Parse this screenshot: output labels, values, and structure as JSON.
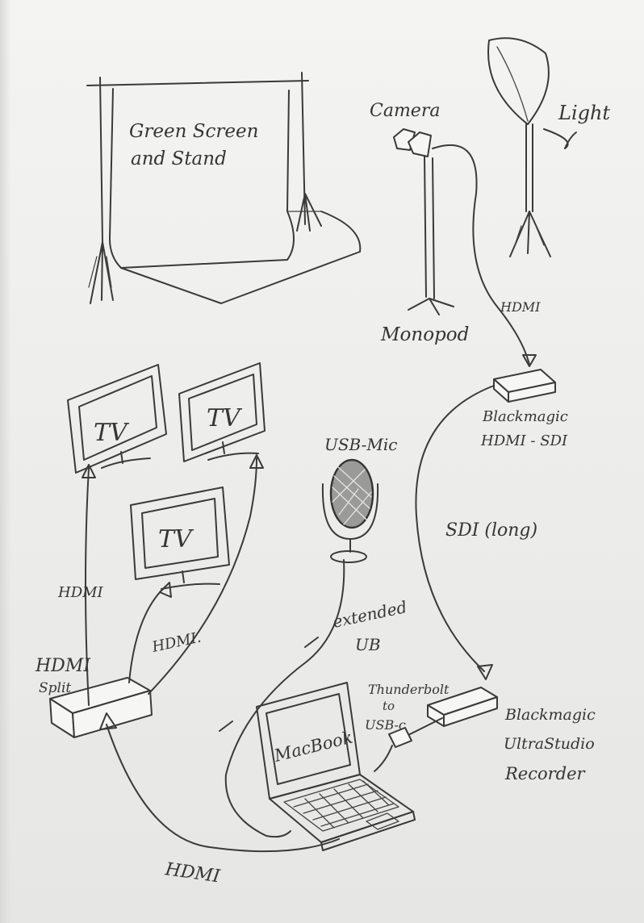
{
  "labels": {
    "green_screen_line1": "Green Screen",
    "green_screen_line2": "and Stand",
    "camera": "Camera",
    "light": "Light",
    "monopod": "Monopod",
    "hdmi_camera_to_converter": "HDMI",
    "converter_line1": "Blackmagic",
    "converter_line2": "HDMI - SDI",
    "tv_left": "TV",
    "tv_right": "TV",
    "tv_center": "TV",
    "usb_mic": "USB-Mic",
    "sdi_long": "SDI (long)",
    "hdmi_left": "HDMI",
    "hdmi_center": "HDMI.",
    "extended_line1": "extended",
    "extended_line2": "UB",
    "thunderbolt_line1": "Thunderbolt",
    "thunderbolt_line2": "to",
    "thunderbolt_line3": "USB-c",
    "recorder_line1": "Blackmagic",
    "recorder_line2": "UltraStudio",
    "recorder_line3": "Recorder",
    "hdmi_split_line1": "HDMI",
    "hdmi_split_line2": "Split",
    "macbook": "MacBook",
    "hdmi_bottom": "HDMI"
  }
}
